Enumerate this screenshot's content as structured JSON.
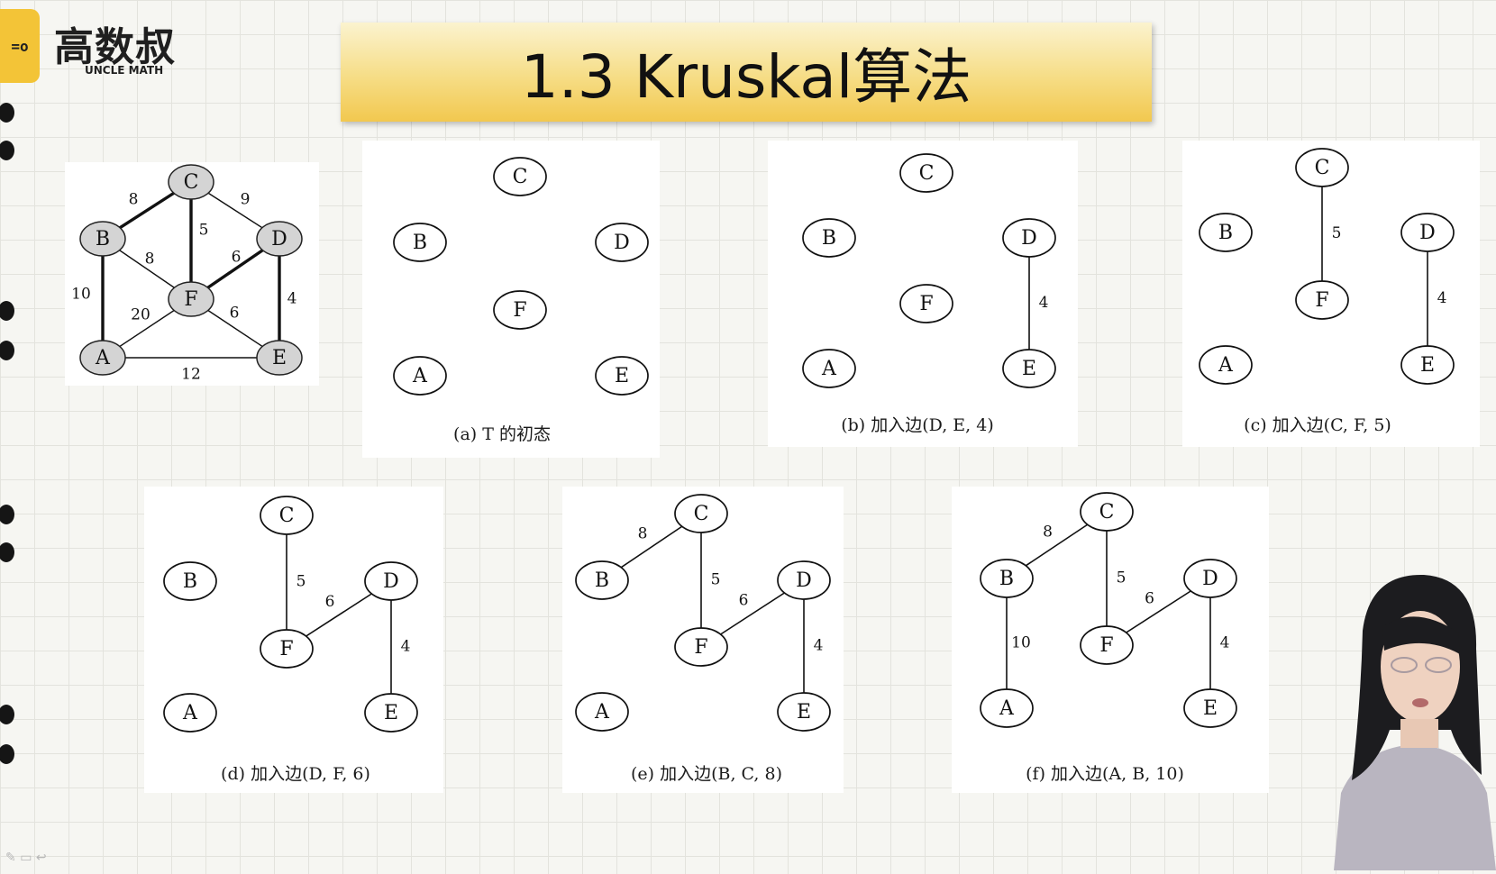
{
  "brand": {
    "badge": "=o",
    "name": "高数叔",
    "sub": "UNCLE MATH"
  },
  "title": "1.3 Kruskal算法",
  "original_graph": {
    "nodes": [
      "A",
      "B",
      "C",
      "D",
      "E",
      "F"
    ],
    "edges": [
      {
        "from": "B",
        "to": "C",
        "weight": "8",
        "bold": true
      },
      {
        "from": "C",
        "to": "D",
        "weight": "9",
        "bold": false
      },
      {
        "from": "C",
        "to": "F",
        "weight": "5",
        "bold": true
      },
      {
        "from": "B",
        "to": "F",
        "weight": "8",
        "bold": false
      },
      {
        "from": "D",
        "to": "F",
        "weight": "6",
        "bold": true
      },
      {
        "from": "B",
        "to": "A",
        "weight": "10",
        "bold": true
      },
      {
        "from": "F",
        "to": "A",
        "weight": "20",
        "bold": false
      },
      {
        "from": "F",
        "to": "E",
        "weight": "6",
        "bold": false
      },
      {
        "from": "D",
        "to": "E",
        "weight": "4",
        "bold": true
      },
      {
        "from": "A",
        "to": "E",
        "weight": "12",
        "bold": false
      }
    ]
  },
  "steps": [
    {
      "caption": "(a)  T 的初态",
      "edges": []
    },
    {
      "caption": "(b)  加入边(D, E, 4)",
      "edges": [
        {
          "from": "D",
          "to": "E",
          "weight": "4"
        }
      ]
    },
    {
      "caption": "(c)  加入边(C, F, 5)",
      "edges": [
        {
          "from": "C",
          "to": "F",
          "weight": "5"
        },
        {
          "from": "D",
          "to": "E",
          "weight": "4"
        }
      ]
    },
    {
      "caption": "(d)  加入边(D, F, 6)",
      "edges": [
        {
          "from": "C",
          "to": "F",
          "weight": "5"
        },
        {
          "from": "F",
          "to": "D",
          "weight": "6"
        },
        {
          "from": "D",
          "to": "E",
          "weight": "4"
        }
      ]
    },
    {
      "caption": "(e)  加入边(B, C, 8)",
      "edges": [
        {
          "from": "B",
          "to": "C",
          "weight": "8"
        },
        {
          "from": "C",
          "to": "F",
          "weight": "5"
        },
        {
          "from": "F",
          "to": "D",
          "weight": "6"
        },
        {
          "from": "D",
          "to": "E",
          "weight": "4"
        }
      ]
    },
    {
      "caption": "(f)  加入边(A, B, 10)",
      "edges": [
        {
          "from": "B",
          "to": "C",
          "weight": "8"
        },
        {
          "from": "C",
          "to": "F",
          "weight": "5"
        },
        {
          "from": "F",
          "to": "D",
          "weight": "6"
        },
        {
          "from": "D",
          "to": "E",
          "weight": "4"
        },
        {
          "from": "B",
          "to": "A",
          "weight": "10"
        }
      ]
    }
  ]
}
